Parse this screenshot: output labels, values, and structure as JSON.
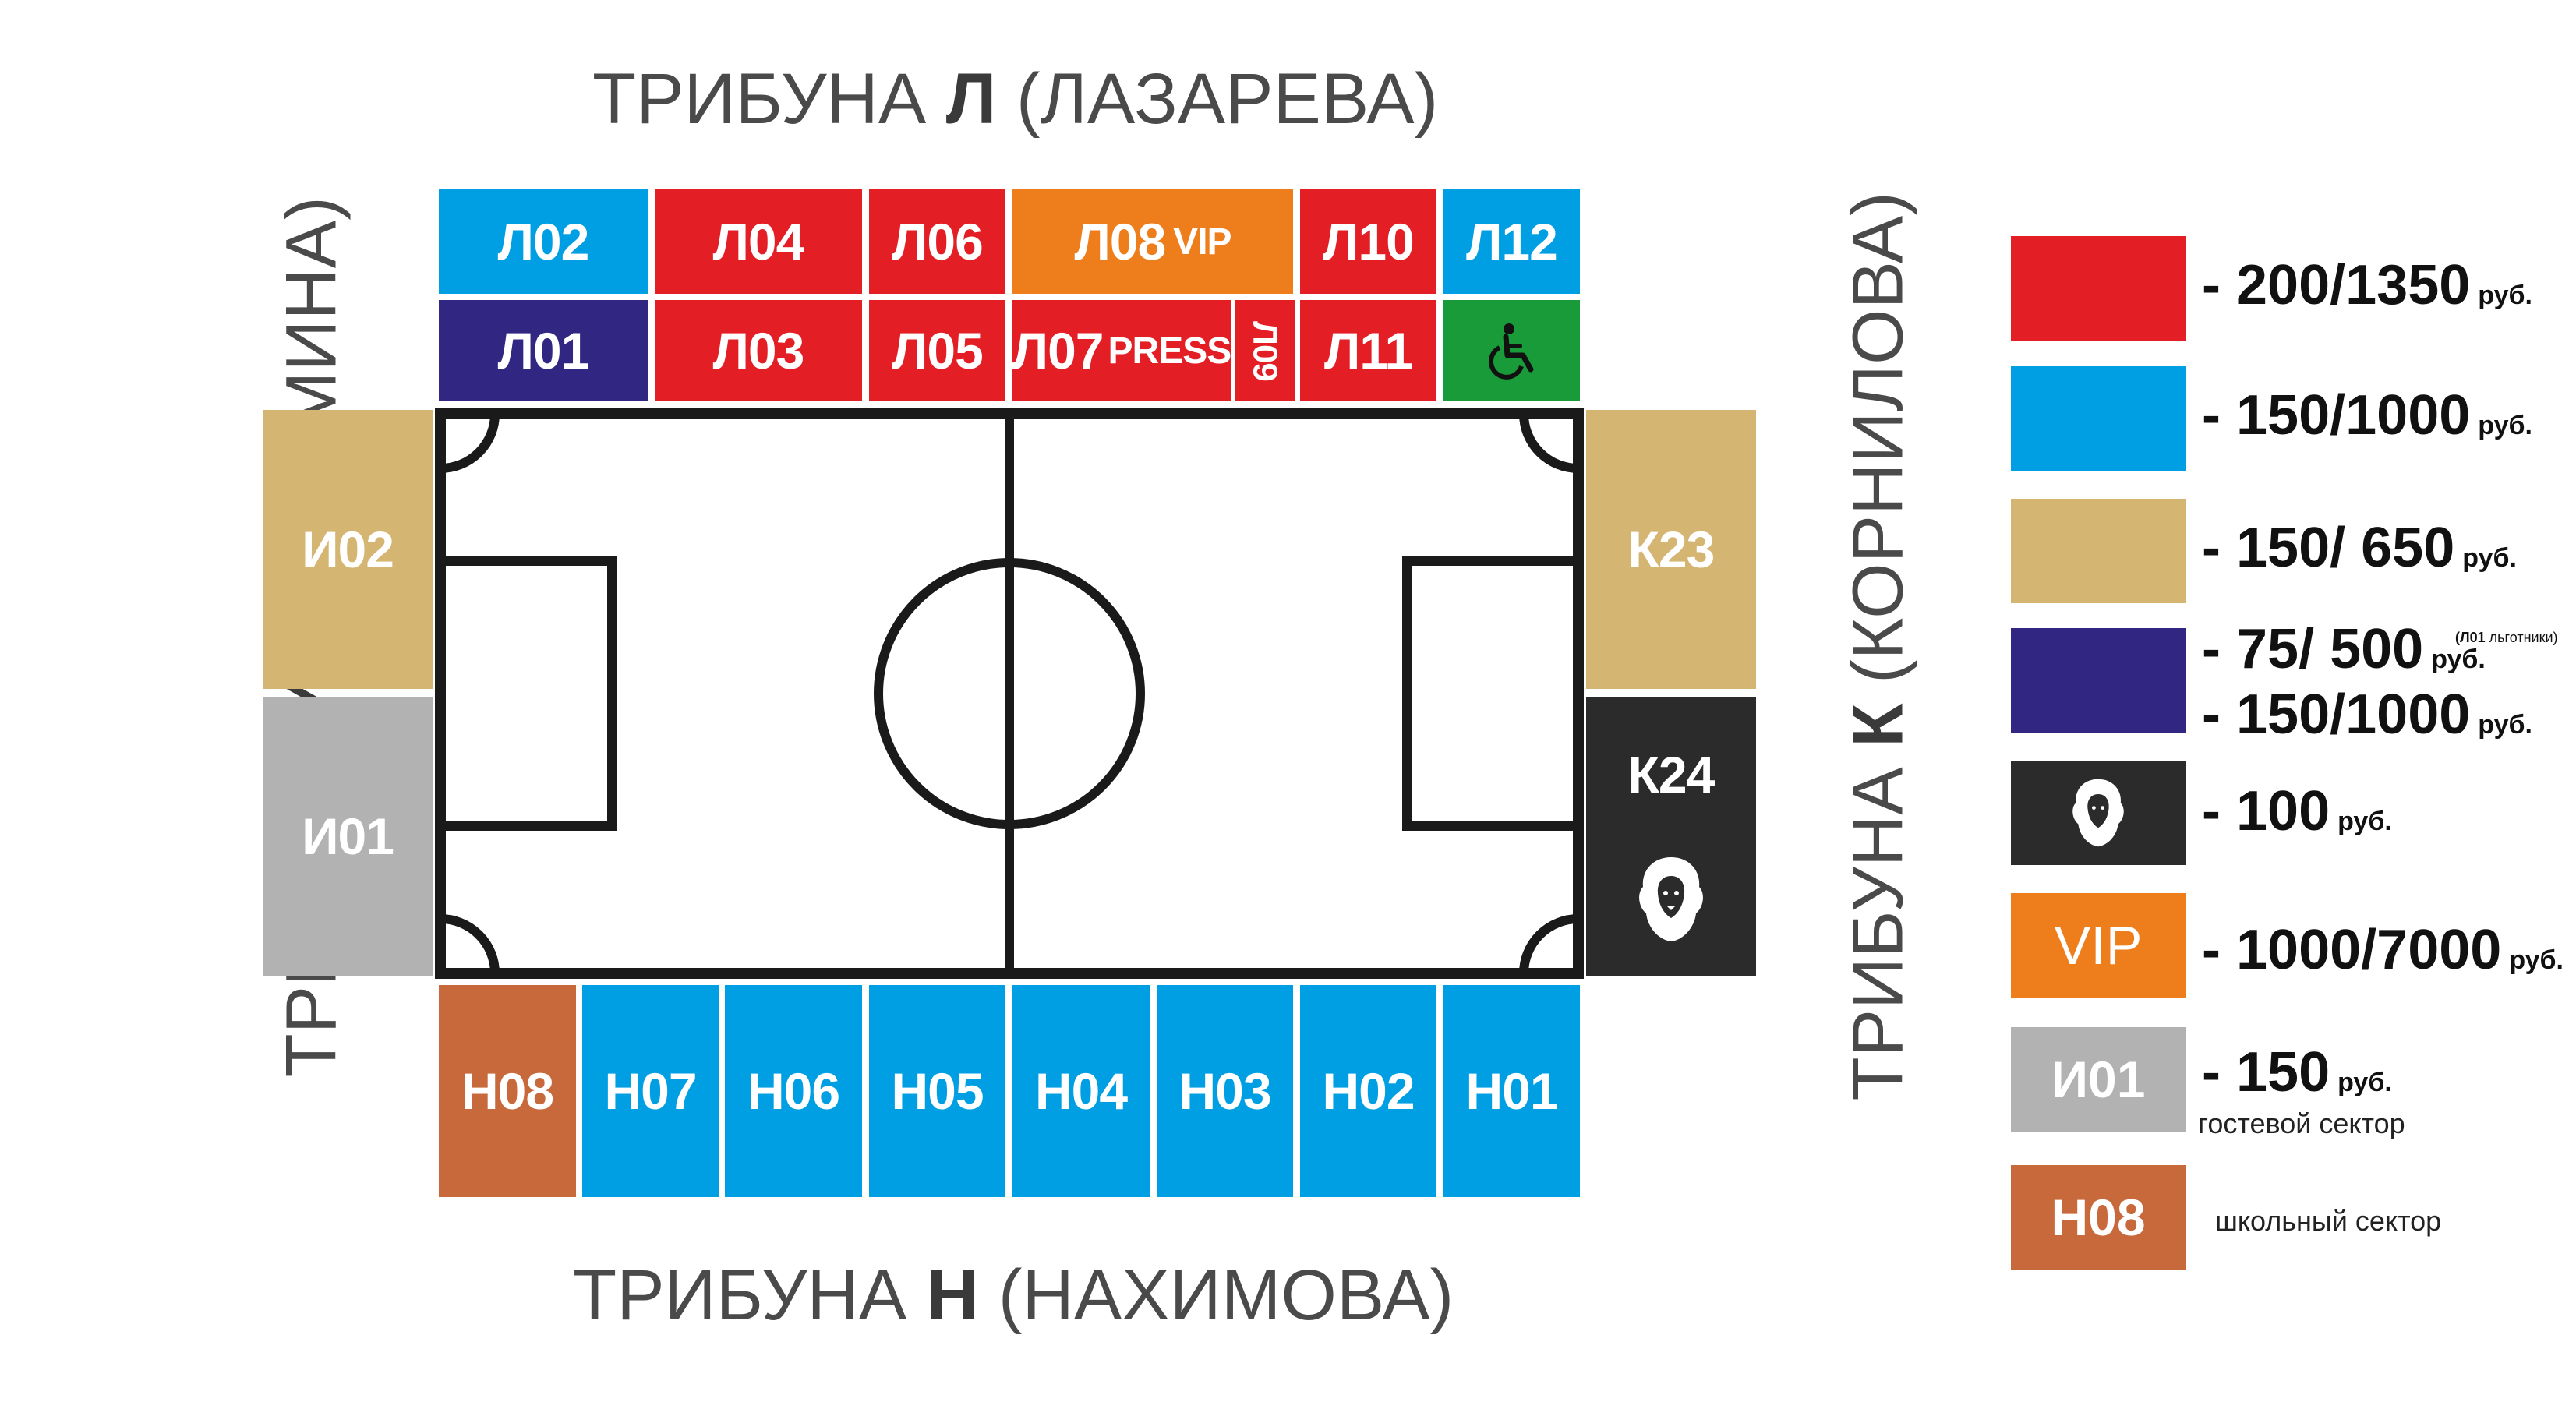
{
  "stands": {
    "top": {
      "prefix": "ТРИБУНА",
      "letter": "Л",
      "suffix": "(ЛАЗАРЕВА)"
    },
    "bottom": {
      "prefix": "ТРИБУНА",
      "letter": "Н",
      "suffix": "(НАХИМОВА)"
    },
    "left": {
      "prefix": "ТРИБУНА",
      "letter": "И",
      "suffix": "(ИСТОМИНА)"
    },
    "right": {
      "prefix": "ТРИБУНА",
      "letter": "К",
      "suffix": "(КОРНИЛОВА)"
    }
  },
  "sectors": {
    "L02": "Л02",
    "L04": "Л04",
    "L06": "Л06",
    "L08": "Л08",
    "L08_tag": "VIP",
    "L10": "Л10",
    "L12": "Л12",
    "L01": "Л01",
    "L03": "Л03",
    "L05": "Л05",
    "L07": "Л07",
    "L07_tag": "PRESS",
    "L09": "Л09",
    "L11": "Л11",
    "I02": "И02",
    "I01": "И01",
    "K23": "К23",
    "K24": "К24",
    "N08": "Н08",
    "N07": "Н07",
    "N06": "Н06",
    "N05": "Н05",
    "N04": "Н04",
    "N03": "Н03",
    "N02": "Н02",
    "N01": "Н01"
  },
  "colors": {
    "red": "#e31e24",
    "blue": "#009fe3",
    "tan": "#d4b572",
    "navy": "#312783",
    "black": "#2b2b2b",
    "orange": "#ee7d1b",
    "gray": "#b2b2b2",
    "brown": "#c8693b",
    "green": "#1a9b3a"
  },
  "icons": {
    "accessible": "wheelchair-icon",
    "fan": "lion-icon"
  },
  "legend": {
    "red": {
      "price": "- 200/1350",
      "unit": "руб."
    },
    "blue": {
      "price": "- 150/1000",
      "unit": "руб."
    },
    "tan": {
      "price": "- 150/ 650",
      "unit": "руб."
    },
    "navy": {
      "price": "- 75/ 500",
      "unit": "руб.",
      "note_bold": "(Л01",
      "note": "льготники)",
      "price2": "- 150/1000",
      "unit2": "руб."
    },
    "black": {
      "price": "- 100",
      "unit": "руб."
    },
    "vip": {
      "label": "VIP",
      "price": "- 1000/7000",
      "unit": "руб."
    },
    "guest": {
      "label": "И01",
      "price": "- 150",
      "unit": "руб.",
      "note": "гостевой сектор"
    },
    "school": {
      "label": "Н08",
      "note": "школьный сектор"
    }
  }
}
